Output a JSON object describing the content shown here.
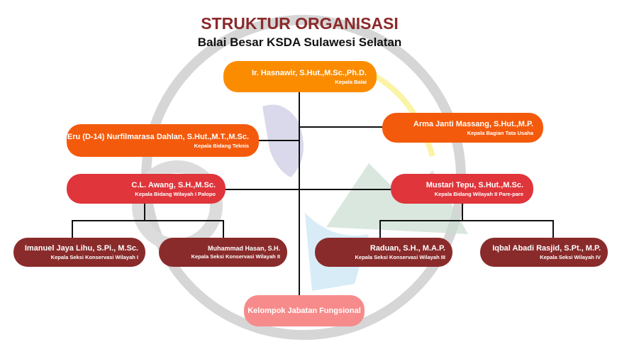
{
  "header": {
    "title": "STRUKTUR ORGANISASI",
    "subtitle": "Balai Besar KSDA Sulawesi Selatan"
  },
  "nodes": {
    "kepala_balai": {
      "name": "Ir. Hasnawir, S.Hut.,M.Sc.,Ph.D.",
      "role": "Kepala Balai",
      "color": "#fb8c00"
    },
    "tata_usaha": {
      "name": "Arma Janti Massang, S.Hut.,M.P.",
      "role": "Kepala Bagian Tata Usaha",
      "color": "#f45a0b"
    },
    "teknis": {
      "name": "Eru (D-14) Nurfilmarasa Dahlan, S.Hut.,M.T.,M.Sc.",
      "role": "Kepala Bidang Teknis",
      "color": "#f45a0b"
    },
    "wilayah1": {
      "name": "C.L. Awang, S.H.,M.Sc.",
      "role": "Kepala Bidang Wilayah I Palopo",
      "color": "#df353b"
    },
    "wilayah2": {
      "name": "Mustari Tepu, S.Hut.,M.Sc.",
      "role": "Kepala Bidang Wilayah II Pare-pare",
      "color": "#df353b"
    },
    "seksi1": {
      "name": "Imanuel Jaya Lihu, S.Pi., M.Sc.",
      "role": "Kepala Seksi Konservasi Wilayah I",
      "color": "#8a2b2b"
    },
    "seksi2": {
      "name": "Muhammad Hasan, S.H.",
      "role": "Kepala Seksi Konservasi Wilayah II",
      "color": "#8a2b2b"
    },
    "seksi3": {
      "name": "Raduan, S.H., M.A.P.",
      "role": "Kepala Seksi Konservasi Wilayah III",
      "color": "#8a2b2b"
    },
    "seksi4": {
      "name": "Iqbal Abadi Rasjid, S.Pt., M.P.",
      "role": "Kepala Seksi Wilayah IV",
      "color": "#8a2b2b"
    },
    "fungsional": {
      "name": "Kelompok Jabatan Fungsional",
      "color": "#f78b8b"
    }
  }
}
